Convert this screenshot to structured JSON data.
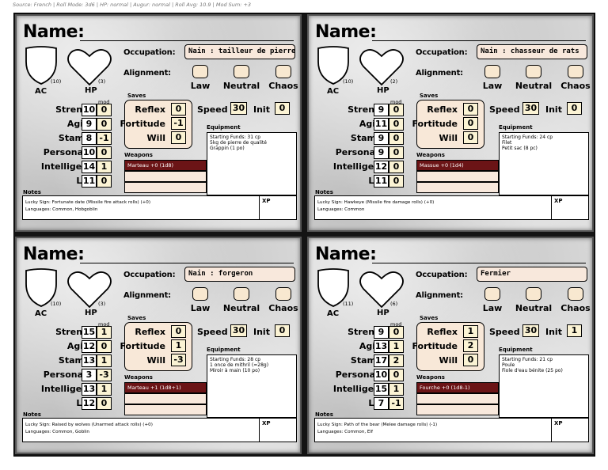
{
  "source_line": "Source: French | Roll Mode: 3d6 | HP: normal | Augur: normal | Roll Avg: 10.9 | Mod Sum: +3",
  "labels": {
    "name": "Name:",
    "occupation": "Occupation:",
    "alignment": "Alignment:",
    "law": "Law",
    "neutral": "Neutral",
    "chaos": "Chaos",
    "ac": "AC",
    "hp": "HP",
    "saves": "Saves",
    "mod": "mod",
    "reflex": "Reflex",
    "fortitude": "Fortitude",
    "will": "Will",
    "speed": "Speed",
    "init": "Init",
    "equipment": "Equipment",
    "weapons": "Weapons",
    "notes": "Notes",
    "xp": "XP",
    "strength": "Strength",
    "agility": "Agility",
    "stamina": "Stamina",
    "personality": "Personality",
    "intelligence": "Intelligence",
    "luck": "Luck"
  },
  "characters": [
    {
      "occupation": "Nain : tailleur de pierre",
      "ac": "(10)",
      "hp": "(3)",
      "strength": "10",
      "strength_mod": "0",
      "agility": "9",
      "agility_mod": "0",
      "stamina": "8",
      "stamina_mod": "-1",
      "personality": "10",
      "personality_mod": "0",
      "intelligence": "14",
      "intelligence_mod": "1",
      "luck": "11",
      "luck_mod": "0",
      "reflex": "0",
      "fortitude": "-1",
      "will": "0",
      "speed": "30",
      "init": "0",
      "weapon": "Marteau +0 (1d8)",
      "equipment": [
        "Starting Funds: 31 cp",
        "5kg de pierre de qualité",
        "Grappin (1 po)"
      ],
      "lucky_sign": "Lucky Sign: Fortunate date (Missile fire attack rolls) (+0)",
      "languages": "Languages: Common, Hobgoblin"
    },
    {
      "occupation": "Nain : chasseur de rats",
      "ac": "(10)",
      "hp": "(2)",
      "strength": "9",
      "strength_mod": "0",
      "agility": "11",
      "agility_mod": "0",
      "stamina": "9",
      "stamina_mod": "0",
      "personality": "9",
      "personality_mod": "0",
      "intelligence": "12",
      "intelligence_mod": "0",
      "luck": "11",
      "luck_mod": "0",
      "reflex": "0",
      "fortitude": "0",
      "will": "0",
      "speed": "30",
      "init": "0",
      "weapon": "Massue +0 (1d4)",
      "equipment": [
        "Starting Funds: 24 cp",
        "Filet",
        "Petit sac (8 pc)"
      ],
      "lucky_sign": "Lucky Sign: Hawkeye (Missile fire damage rolls) (+0)",
      "languages": "Languages: Common"
    },
    {
      "occupation": "Nain : forgeron",
      "ac": "(10)",
      "hp": "(3)",
      "strength": "15",
      "strength_mod": "1",
      "agility": "12",
      "agility_mod": "0",
      "stamina": "13",
      "stamina_mod": "1",
      "personality": "3",
      "personality_mod": "-3",
      "intelligence": "13",
      "intelligence_mod": "1",
      "luck": "12",
      "luck_mod": "0",
      "reflex": "0",
      "fortitude": "1",
      "will": "-3",
      "speed": "30",
      "init": "0",
      "weapon": "Marteau +1 (1d8+1)",
      "equipment": [
        "Starting Funds: 28 cp",
        "1 once de mithril (=28g)",
        "Miroir à main (10 po)"
      ],
      "lucky_sign": "Lucky Sign: Raised by wolves (Unarmed attack rolls) (+0)",
      "languages": "Languages: Common, Goblin"
    },
    {
      "occupation": "Fermier",
      "ac": "(11)",
      "hp": "(6)",
      "strength": "9",
      "strength_mod": "0",
      "agility": "13",
      "agility_mod": "1",
      "stamina": "17",
      "stamina_mod": "2",
      "personality": "10",
      "personality_mod": "0",
      "intelligence": "15",
      "intelligence_mod": "1",
      "luck": "7",
      "luck_mod": "-1",
      "reflex": "1",
      "fortitude": "2",
      "will": "0",
      "speed": "30",
      "init": "1",
      "weapon": "Fourche +0 (1d8-1)",
      "equipment": [
        "Starting Funds: 21 cp",
        "Poule",
        "Fiole d'eau bénite (25 po)"
      ],
      "lucky_sign": "Lucky Sign: Path of the bear (Melee damage rolls) (-1)",
      "languages": "Languages: Common, Elf"
    }
  ]
}
